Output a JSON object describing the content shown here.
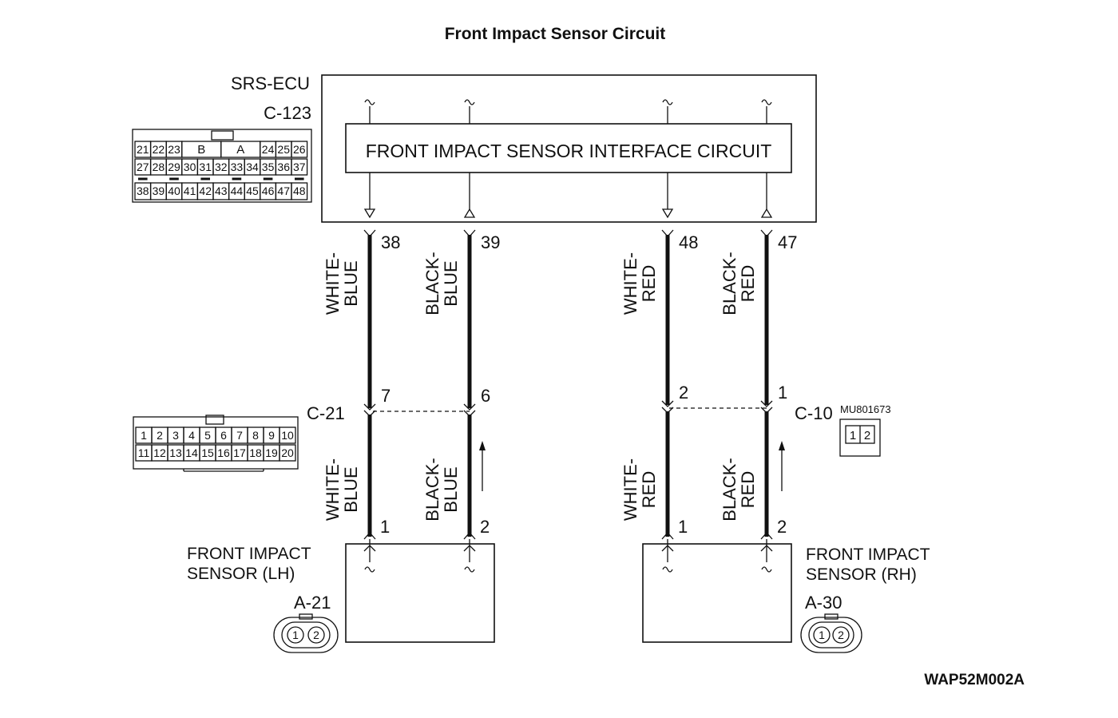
{
  "title": "Front Impact Sensor Circuit",
  "ecu": {
    "name": "SRS-ECU",
    "connector": "C-123",
    "interface_label": "FRONT IMPACT SENSOR INTERFACE CIRCUIT",
    "pins": {
      "row1_left": [
        "21",
        "22",
        "23"
      ],
      "row1_mid": [
        "B",
        "A"
      ],
      "row1_right": [
        "24",
        "25",
        "26"
      ],
      "row2": [
        "27",
        "28",
        "29",
        "30",
        "31",
        "32",
        "33",
        "34",
        "35",
        "36",
        "37"
      ],
      "row3": [
        "38",
        "39",
        "40",
        "41",
        "42",
        "43",
        "44",
        "45",
        "46",
        "47",
        "48"
      ]
    }
  },
  "wires": [
    {
      "ecu_pin": "38",
      "color_top": [
        "WHITE-",
        "BLUE"
      ],
      "mid_pin": "7",
      "color_bottom": [
        "WHITE-",
        "BLUE"
      ],
      "sensor_pin": "1"
    },
    {
      "ecu_pin": "39",
      "color_top": [
        "BLACK-",
        "BLUE"
      ],
      "mid_pin": "6",
      "color_bottom": [
        "BLACK-",
        "BLUE"
      ],
      "sensor_pin": "2"
    },
    {
      "ecu_pin": "48",
      "color_top": [
        "WHITE-",
        "RED"
      ],
      "mid_pin": "2",
      "color_bottom": [
        "WHITE-",
        "RED"
      ],
      "sensor_pin": "1"
    },
    {
      "ecu_pin": "47",
      "color_top": [
        "BLACK-",
        "RED"
      ],
      "mid_pin": "1",
      "color_bottom": [
        "BLACK-",
        "RED"
      ],
      "sensor_pin": "2"
    }
  ],
  "connector_c21": {
    "name": "C-21",
    "row1": [
      "1",
      "2",
      "3",
      "4",
      "5",
      "6",
      "7",
      "8",
      "9",
      "10"
    ],
    "row2": [
      "11",
      "12",
      "13",
      "14",
      "15",
      "16",
      "17",
      "18",
      "19",
      "20"
    ]
  },
  "connector_c10": {
    "name": "C-10",
    "part_number": "MU801673",
    "pins": [
      "1",
      "2"
    ]
  },
  "sensor_lh": {
    "label_line1": "FRONT IMPACT",
    "label_line2": "SENSOR (LH)",
    "connector": "A-21",
    "pins": [
      "1",
      "2"
    ]
  },
  "sensor_rh": {
    "label_line1": "FRONT IMPACT",
    "label_line2": "SENSOR (RH)",
    "connector": "A-30",
    "pins": [
      "1",
      "2"
    ]
  },
  "figure_code": "WAP52M002A"
}
